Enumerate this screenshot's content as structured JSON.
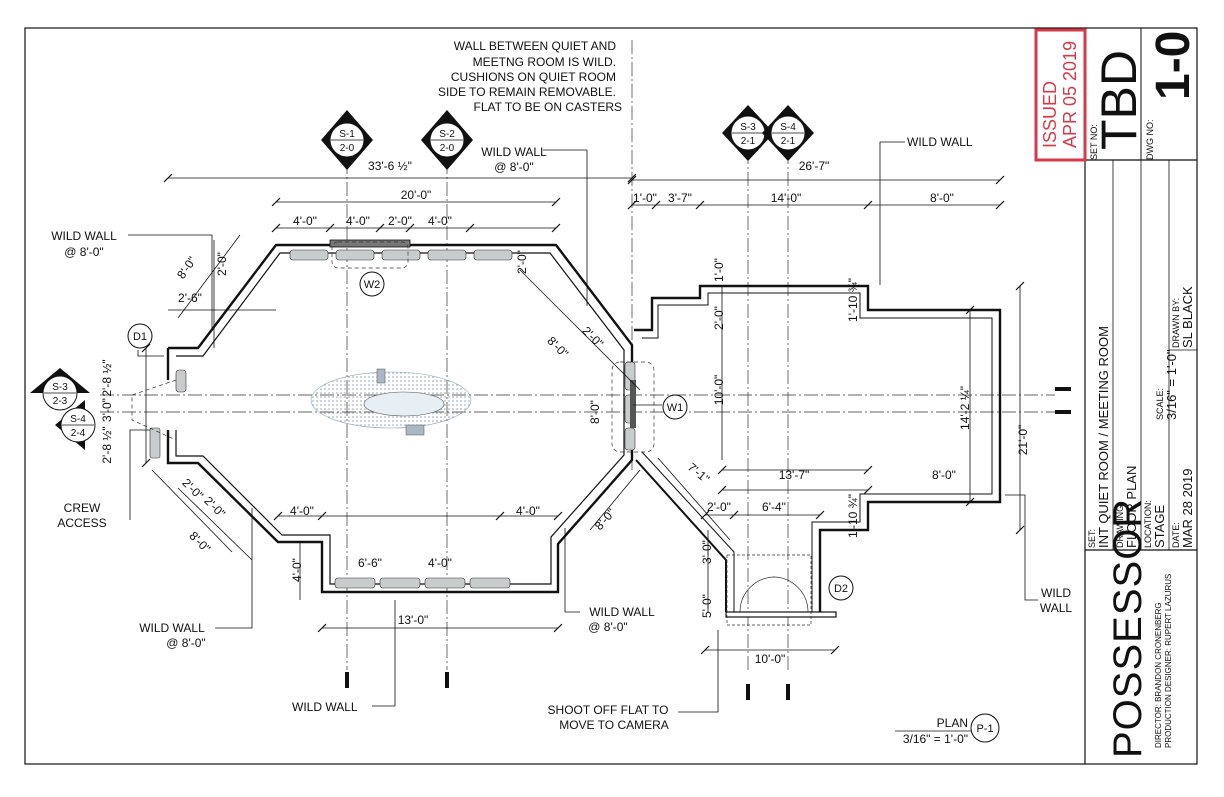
{
  "notes": {
    "wall_between": [
      "WALL BETWEEN QUIET AND",
      "MEETNG ROOM IS WILD.",
      "CUSHIONS ON  QUIET ROOM",
      "SIDE TO REMAIN REMOVABLE.",
      "FLAT  TO BE ON CASTERS"
    ],
    "wild_wall_top_right": "WILD WALL",
    "wild_wall_top_mid": [
      "WILD WALL",
      "@ 8'-0\""
    ],
    "wild_wall_left": [
      "WILD WALL",
      "@ 8'-0\""
    ],
    "crew_access": [
      "CREW",
      "ACCESS"
    ],
    "wild_wall_bottom_left": [
      "WILD WALL",
      "@ 8'-0\""
    ],
    "wild_wall_bottom": "WILD WALL",
    "wild_wall_bottom_mid": [
      "WILD WALL",
      "@ 8'-0\""
    ],
    "shoot_off": [
      "SHOOT OFF FLAT TO",
      "MOVE TO CAMERA"
    ],
    "wild_wall_right": [
      "WILD",
      "WALL"
    ]
  },
  "sections": {
    "s1": {
      "top": "S-1",
      "bottom": "2-0"
    },
    "s2": {
      "top": "S-2",
      "bottom": "2-0"
    },
    "s3": {
      "top": "S-3",
      "bottom": "2-1"
    },
    "s4": {
      "top": "S-4",
      "bottom": "2-1"
    },
    "s3_left": {
      "top": "S-3",
      "bottom": "2-3"
    },
    "s4_left": {
      "top": "S-4",
      "bottom": "2-4"
    }
  },
  "tags": {
    "w1": "W1",
    "w2": "W2",
    "d1": "D1",
    "d2": "D2",
    "p1": "P-1"
  },
  "dimensions": {
    "d_33_6": "33'-6 ½\"",
    "d_20_0": "20'-0\"",
    "d_4_0_a": "4'-0\"",
    "d_4_0_b": "4'-0\"",
    "d_2_0_a": "2'-0\"",
    "d_4_0_c": "4'-0\"",
    "d_26_7": "26'-7\"",
    "d_1_0": "1'-0\"",
    "d_3_7": "3'-7\"",
    "d_14_0": "14'-0\"",
    "d_8_0_a": "8'-0\"",
    "d_1_0_v": "1'-0\"",
    "d_2_0_v": "2'-0\"",
    "d_10_0_v": "10'-0\"",
    "d_1_10_a": "1'-10 ¾\"",
    "d_14_2": "14'-2 ¼\"",
    "d_21_0": "21'-0\"",
    "d_13_7": "13'-7\"",
    "d_8_0_b": "8'-0\"",
    "d_2_0_b": "2'-0\"",
    "d_6_4": "6'-4\"",
    "d_1_10_b": "1'-10 ¾\"",
    "d_3_0_v": "3'-0\"",
    "d_5_0_v": "5'-0\"",
    "d_10_0_b": "10'-0\"",
    "d_7_1": "7'-1\"",
    "d_8_0_diag_r": "8'-0\"",
    "d_8_0_mid": "8'-0\"",
    "d_8_0_diag_ur": "8'-0\"",
    "d_2_0_diag": "2'-0\"",
    "d_2_0_top_r": "2'-0\"",
    "d_8_0_diag_ul": "8'-0\"",
    "d_2_0_ul": "2'-0\"",
    "d_2_6": "2'-6\"",
    "d_2_8_a": "2'-8 ½\"",
    "d_3_0_left": "3'-0\"",
    "d_2_8_b": "2'-8 ½\"",
    "d_2_0_ll1": "2'-0\"",
    "d_2_0_ll2": "2'-0\"",
    "d_8_0_ll": "8'-0\"",
    "d_4_0_bl": "4'-0\"",
    "d_4_0_bl_v": "4'-0\"",
    "d_6_6": "6'-6\"",
    "d_4_0_bm": "4'-0\"",
    "d_13_0": "13'-0\"",
    "d_4_0_br": "4'-0\"",
    "d_8_0_br": "8'-0\""
  },
  "plan_label": {
    "title": "PLAN",
    "scale": "3/16\" = 1'-0\""
  },
  "title_block": {
    "stamp_issued": "ISSUED",
    "stamp_date": "APR 05 2019",
    "set_no_label": "SET NO:",
    "set_no": "TBD",
    "dwg_no_label": "DWG NO:",
    "dwg_no": "1-0",
    "set_label": "SET:",
    "set_value": "INT QUIET ROOM / MEETING ROOM",
    "drawing_label": "DRAWING:",
    "drawing_value": "FLOOR PLAN",
    "location_label": "LOCATION:",
    "location_value": "STAGE",
    "scale_label": "SCALE:",
    "scale_value": "3/16\" = 1'-0\"",
    "date_label": "DATE:",
    "date_value": "MAR 28 2019",
    "drawn_by_label": "DRAWN BY:",
    "drawn_by_value": "SL BLACK",
    "production": "POSSESSOR",
    "director": "DIRECTOR: BRANDON CRONENBERG",
    "designer": "PRODUCTION DESIGNER: RUPERT LAZURUS"
  },
  "colors": {
    "ink": "#111111",
    "stamp": "#d43a4a",
    "wall_fill": "#9aa0a0",
    "furniture": "#9fb3c3"
  }
}
